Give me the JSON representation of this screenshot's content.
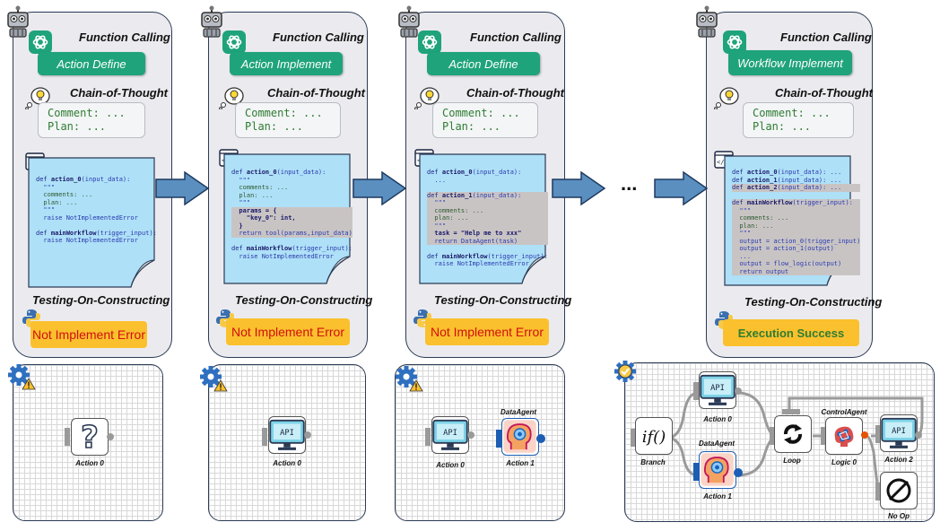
{
  "panels": [
    {
      "function_calling": "Function Calling",
      "action": "Action Define",
      "chain_of_thought": "Chain-of-Thought",
      "comment": "Comment: ...",
      "plan": "Plan: ...",
      "testing": "Testing-On-Constructing",
      "result": "Not Implement Error"
    },
    {
      "function_calling": "Function Calling",
      "action": "Action Implement",
      "chain_of_thought": "Chain-of-Thought",
      "comment": "Comment: ...",
      "plan": "Plan: ...",
      "testing": "Testing-On-Constructing",
      "result": "Not Implement Error"
    },
    {
      "function_calling": "Function Calling",
      "action": "Action Define",
      "chain_of_thought": "Chain-of-Thought",
      "comment": "Comment: ...",
      "plan": "Plan: ...",
      "testing": "Testing-On-Constructing",
      "result": "Not Implement Error"
    },
    {
      "function_calling": "Function Calling",
      "action": "Workflow Implement",
      "chain_of_thought": "Chain-of-Thought",
      "comment": "Comment: ...",
      "plan": "Plan: ...",
      "testing": "Testing-On-Constructing",
      "result": "Execution Success"
    }
  ],
  "ellipsis": "...",
  "code": {
    "p1": [
      "def action_0(input_data):",
      "  \"\"\"",
      "  comments: ...",
      "  plan: ...",
      "  \"\"\"",
      "  raise NotImplementedError",
      "",
      "def mainWorkflow(trigger_input):",
      "  raise NotImplementedError"
    ],
    "p2": [
      "def action_0(input_data):",
      "  \"\"\"",
      "  comments: ...",
      "  plan: ...",
      "  \"\"\"",
      "  params = {",
      "    \"key_0\": int,",
      "  }",
      "  return tool(params,input_data)",
      "",
      "def mainWorkflow(trigger_input):",
      "  raise NotImplementedError"
    ],
    "p3": [
      "def action_0(input_data):",
      "  ...",
      "",
      "def action_1(input_data):",
      "  \"\"\"",
      "  comments: ...",
      "  plan: ...",
      "  \"\"\"",
      "  task = \"Help me to xxx\"",
      "  return DataAgent(task)",
      "",
      "def mainWorkflow(trigger_input):",
      "  raise NotImplementedError"
    ],
    "p4": [
      "def action_0(input_data): ...",
      "def action_1(input_data): ...",
      "def action_2(input_data): ...",
      "",
      "def mainWorkflow(trigger_input):",
      "  \"\"\"",
      "  comments: ...",
      "  plan: ...",
      "  \"\"\"",
      "  output = action_0(trigger_input)",
      "  output = action_1(output)",
      "  ...",
      "  output = flow_logic(output)",
      "  return output"
    ]
  },
  "workflows": {
    "w1": {
      "node": "Action 0"
    },
    "w2": {
      "node": "Action 0",
      "api": "API"
    },
    "w3": {
      "node0": "Action 0",
      "api": "API",
      "agent_title": "DataAgent",
      "node1": "Action 1"
    },
    "w4": {
      "branch": "Branch",
      "if": "if()",
      "action0": "Action 0",
      "api": "API",
      "data_agent": "DataAgent",
      "action1": "Action 1",
      "loop": "Loop",
      "control_agent": "ControlAgent",
      "logic0": "Logic 0",
      "action2": "Action 2",
      "api2": "API",
      "noop": "No Op"
    }
  },
  "colors": {
    "accent_green": "#1fa37a",
    "error_yellow": "#fbc02d",
    "error_text": "#d01010",
    "success_text": "#2e7d32",
    "code_bg": "#aee0f7",
    "arrow_fill": "#5a8fc0"
  }
}
